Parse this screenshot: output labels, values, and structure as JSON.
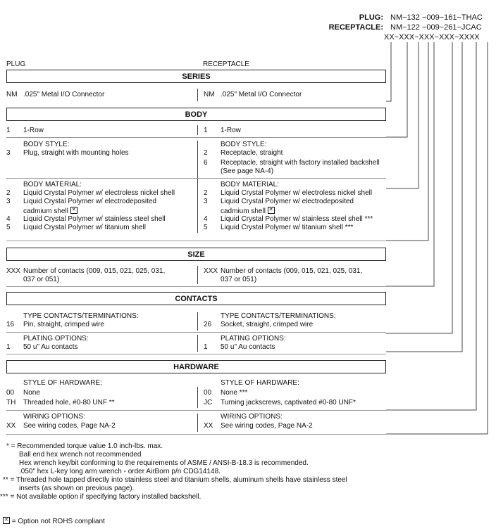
{
  "part_codes": {
    "plug_label": "PLUG:",
    "plug_code": "NM−132 −009−161−THAC",
    "receptacle_label": "RECEPTACLE:",
    "receptacle_code": "NM−122 −009−261−JCAC",
    "template": "XX−XXX−XXX−XXX−XXXX"
  },
  "column_headers": {
    "plug": "PLUG",
    "receptacle": "RECEPTACLE"
  },
  "series": {
    "title": "SERIES",
    "plug": {
      "code": "NM",
      "text": ".025\" Metal I/O Connector"
    },
    "receptacle": {
      "code": "NM",
      "text": ".025\" Metal I/O Connector"
    }
  },
  "body": {
    "title": "BODY",
    "plug_row": {
      "code": "1",
      "text": "1-Row"
    },
    "rec_row": {
      "code": "1",
      "text": "1-Row"
    },
    "style_heading": "BODY STYLE:",
    "plug_style": {
      "code": "3",
      "text": "Plug, straight with mounting holes"
    },
    "rec_style": [
      {
        "code": "2",
        "text": "Receptacle, straight"
      },
      {
        "code": "6",
        "text": "Receptacle, straight with factory installed backshell"
      },
      {
        "code": "",
        "text": "(See page NA-4)"
      }
    ],
    "material_heading": "BODY MATERIAL:",
    "plug_material": [
      {
        "code": "2",
        "text": "Liquid Crystal Polymer w/ electroless nickel shell"
      },
      {
        "code": "3",
        "text": "Liquid Crystal Polymer w/ electrodeposited"
      },
      {
        "code": "",
        "text": "cadmium shell"
      },
      {
        "code": "4",
        "text": "Liquid Crystal Polymer w/ stainless steel shell"
      },
      {
        "code": "5",
        "text": "Liquid Crystal Polymer w/ titanium shell"
      }
    ],
    "rec_material": [
      {
        "code": "2",
        "text": "Liquid Crystal Polymer w/ electroless nickel shell"
      },
      {
        "code": "3",
        "text": "Liquid Crystal Polymer w/ electrodeposited"
      },
      {
        "code": "",
        "text": "cadmium shell"
      },
      {
        "code": "4",
        "text": "Liquid Crystal Polymer w/ stainless steel shell ***"
      },
      {
        "code": "5",
        "text": "Liquid Crystal Polymer w/ titanium shell ***"
      }
    ]
  },
  "size": {
    "title": "SIZE",
    "plug": {
      "code": "XXX",
      "line1": "Number of contacts (009, 015, 021, 025, 031,",
      "line2": "037 or 051)"
    },
    "receptacle": {
      "code": "XXX",
      "line1": "Number of contacts (009, 015, 021, 025, 031,",
      "line2": "037 or 051)"
    }
  },
  "contacts": {
    "title": "CONTACTS",
    "type_heading": "TYPE CONTACTS/TERMINATIONS:",
    "plug_type": {
      "code": "16",
      "text": "Pin, straight, crimped wire"
    },
    "rec_type": {
      "code": "26",
      "text": "Socket, straight, crimped wire"
    },
    "plating_heading": "PLATING OPTIONS:",
    "plug_plating": {
      "code": "1",
      "text": "50 u\" Au contacts"
    },
    "rec_plating": {
      "code": "1",
      "text": "50 u\" Au contacts"
    }
  },
  "hardware": {
    "title": "HARDWARE",
    "style_heading": "STYLE OF HARDWARE:",
    "plug_style": [
      {
        "code": "00",
        "text": "None"
      },
      {
        "code": "TH",
        "text": "Threaded hole, #0-80 UNF  **"
      }
    ],
    "rec_style": [
      {
        "code": "00",
        "text": "None  ***"
      },
      {
        "code": "JC",
        "text": "Turning jackscrews, captivated #0-80 UNF*"
      }
    ],
    "wiring_heading": "WIRING OPTIONS:",
    "plug_wiring": {
      "code": "XX",
      "text": "See wiring codes, Page NA-2"
    },
    "rec_wiring": {
      "code": "XX",
      "text": "See wiring codes, Page NA-2"
    }
  },
  "footnotes": [
    "* = Recommended torque value 1.0 inch-lbs. max.",
    "Ball end hex wrench not recommended",
    "Hex wrench key/bit conforming to the requirements of ASME / ANSI-B-18.3 is recommended.",
    ".050\" hex L-key long arm wrench - order AirBorn p/n CDG14148.",
    "** = Threaded hole tapped directly into stainless steel and titanium shells, aluminum shells have stainless steel",
    "inserts (as shown on previous page).",
    "*** = Not available option if specifying factory installed backshell."
  ],
  "rohs_note": "= Option not ROHS compliant",
  "rohs_icon": "checkbox-x-icon"
}
